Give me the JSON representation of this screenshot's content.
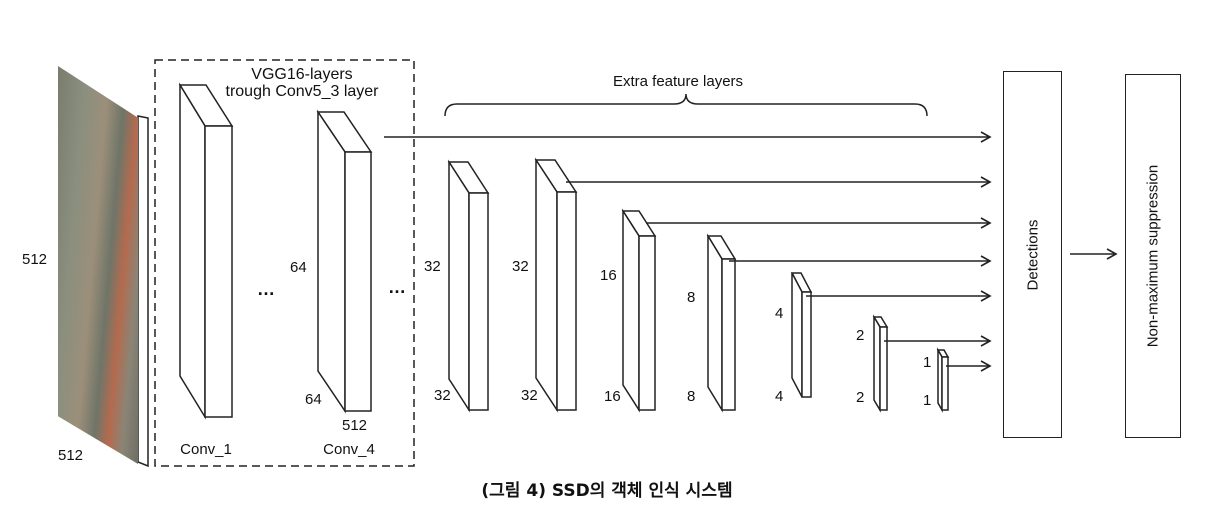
{
  "input_image": {
    "description": "aerial city photo",
    "size_height": "512",
    "size_width": "512"
  },
  "vgg_block": {
    "title_line1": "VGG16-layers",
    "title_line2": "trough Conv5_3 layer",
    "conv1_label": "Conv_1",
    "conv4_label": "Conv_4",
    "conv4_height": "64",
    "conv4_width": "64",
    "conv4_depth": "512",
    "ellipsis": "…"
  },
  "extra_layers": {
    "title": "Extra feature layers",
    "ellipsis": "…",
    "layers": [
      {
        "height": "32",
        "width": "32"
      },
      {
        "height": "32",
        "width": "32"
      },
      {
        "height": "16",
        "width": "16"
      },
      {
        "height": "8",
        "width": "8"
      },
      {
        "height": "4",
        "width": "4"
      },
      {
        "height": "2",
        "width": "2"
      },
      {
        "height": "1",
        "width": "1"
      }
    ]
  },
  "detections_label": "Detections",
  "nms_label": "Non-maximum suppression",
  "caption": "(그림 4) SSD의 객체 인식 시스템",
  "colors": {
    "stroke": "#222222",
    "background": "#ffffff",
    "photo_tone": "#8b8f7e"
  }
}
